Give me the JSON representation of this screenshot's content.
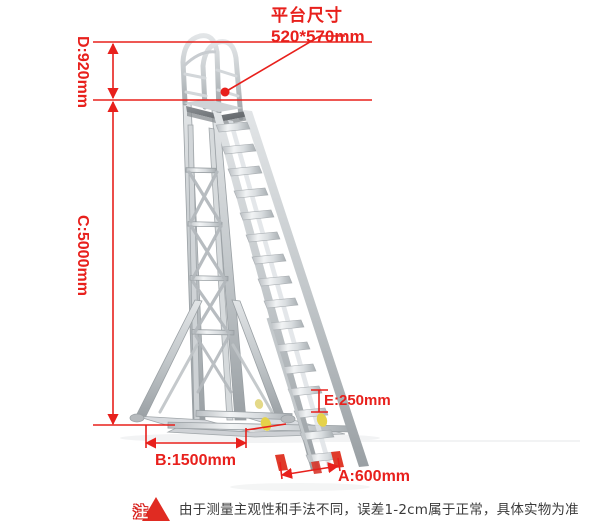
{
  "diagram": {
    "type": "product-dimension-drawing",
    "subject": "aluminium platform step ladder",
    "background_color": "#ffffff",
    "annotation_color": "#e8201c"
  },
  "annotations": {
    "platform": {
      "line1": "平台尺寸",
      "line2": "520*570mm",
      "name": "platform-size-callout"
    },
    "d": {
      "label": "D:920mm",
      "name": "handrail-height-dimension"
    },
    "c": {
      "label": "C:5000mm",
      "name": "overall-height-dimension"
    },
    "b": {
      "label": "B:1500mm",
      "name": "base-depth-dimension"
    },
    "a": {
      "label": "A:600mm",
      "name": "ladder-width-dimension"
    },
    "e": {
      "label": "E:250mm",
      "name": "step-rise-dimension"
    }
  },
  "footer": {
    "warning_char": "注",
    "note": "由于测量主观性和手法不同，误差1-2cm属于正常，具体实物为准"
  },
  "colors": {
    "red": "#e8201c",
    "metal_light": "#e9ebed",
    "metal_mid": "#c6cacd",
    "metal_dark": "#9aa0a4",
    "platform_deck": "#6e7276",
    "foot_red": "#e03a2a",
    "fitting_yellow": "#e5d24a",
    "note_text": "#3b3b3b"
  }
}
